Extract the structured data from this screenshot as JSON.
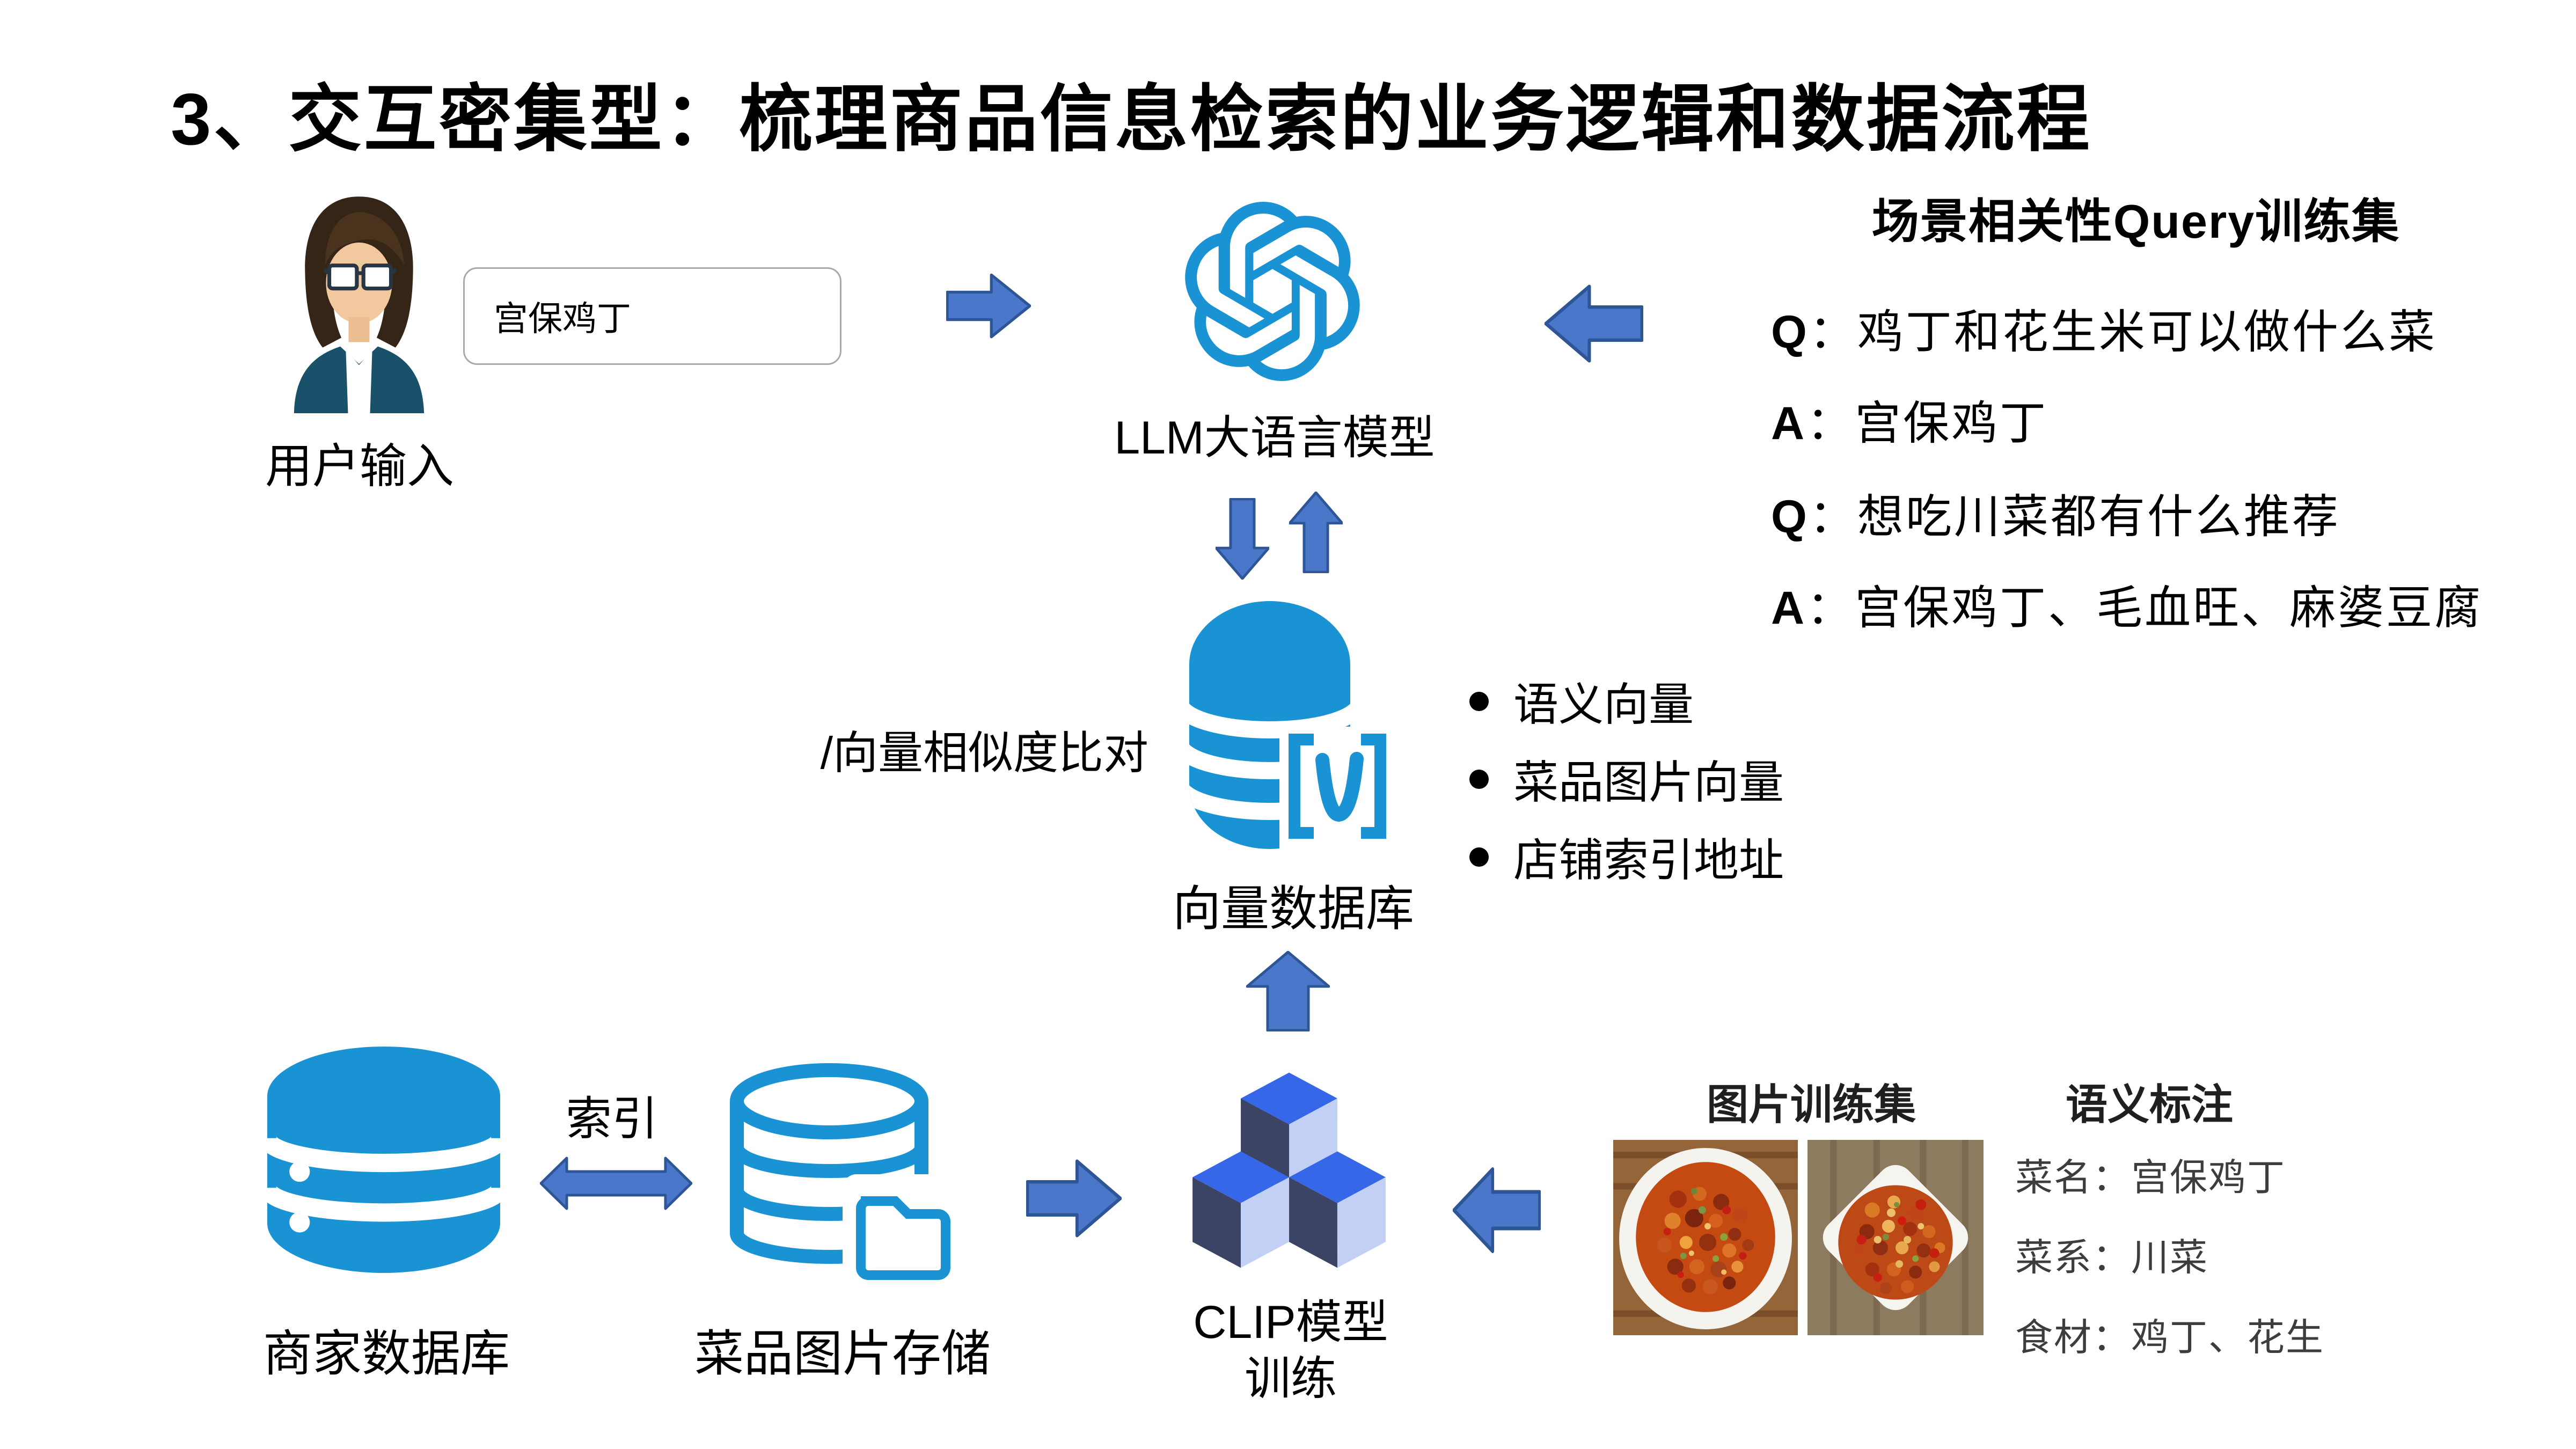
{
  "title": "3、交互密集型：梳理商品信息检索的业务逻辑和数据流程",
  "user": {
    "label": "用户输入",
    "input_value": "宫保鸡丁"
  },
  "llm": {
    "label": "LLM大语言模型"
  },
  "query_training": {
    "title": "场景相关性Query训练集",
    "qa": [
      {
        "prefix": "Q",
        "text": "：鸡丁和花生米可以做什么菜"
      },
      {
        "prefix": "A",
        "text": "：宫保鸡丁"
      },
      {
        "prefix": "Q",
        "text": "：想吃川菜都有什么推荐"
      },
      {
        "prefix": "A",
        "text": "：宫保鸡丁、毛血旺、麻婆豆腐"
      }
    ]
  },
  "vector_db": {
    "side_label": "/向量相似度比对",
    "label": "向量数据库",
    "bullets": [
      "语义向量",
      "菜品图片向量",
      "店铺索引地址"
    ]
  },
  "storage_row": {
    "merchant_db_label": "商家数据库",
    "index_label": "索引",
    "image_storage_label": "菜品图片存储"
  },
  "clip": {
    "label_line1": "CLIP模型",
    "label_line2": "训练"
  },
  "training_data": {
    "images_title": "图片训练集",
    "annotation_title": "语义标注",
    "annotations": [
      "菜名：宫保鸡丁",
      "菜系：川菜",
      "食材：鸡丁、花生"
    ]
  },
  "icons": {
    "user": "user-avatar-icon",
    "llm": "openai-logo-icon",
    "vector_db": "vector-database-icon",
    "merchant_db": "database-icon",
    "image_storage": "database-folder-icon",
    "clip": "isometric-cubes-icon"
  },
  "colors": {
    "background": "#ffffff",
    "icon_blue": "#1a93d4",
    "arrow_fill": "#4a77c9",
    "arrow_border": "#2e5596",
    "cube_top": "#3567e8",
    "cube_left": "#3c4466",
    "cube_right": "#c3d0f5",
    "text": "#000000",
    "annotation_text": "#3d3d3d"
  }
}
